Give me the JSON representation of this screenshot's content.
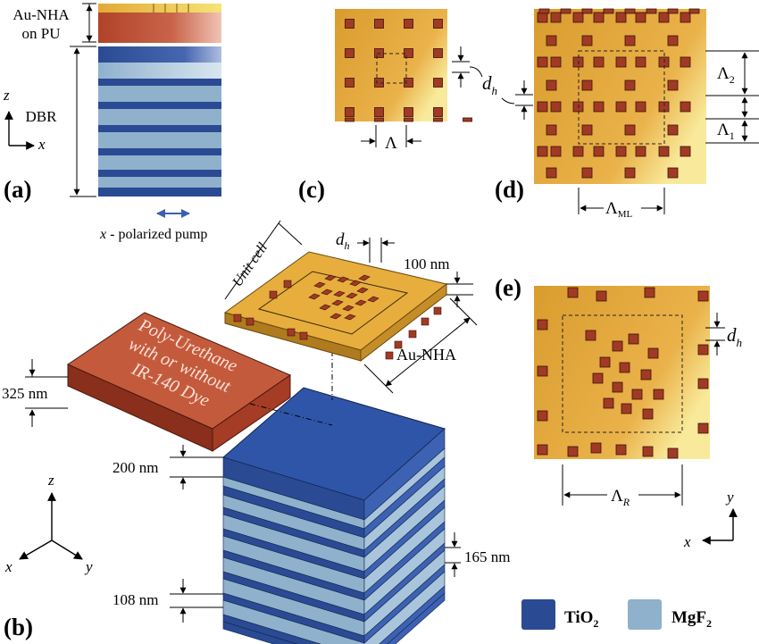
{
  "panel_a": {
    "panel_label": "(a)",
    "au_nha_line1": "Au-NHA",
    "au_nha_line2": "on PU",
    "dbr_label": "DBR",
    "axis_z": "z",
    "axis_x": "x",
    "pump_var": "x",
    "pump_label": " - polarized pump"
  },
  "panel_b": {
    "panel_label": "(b)",
    "pu_line1": "Poly-Urethane",
    "pu_line2": "with or without",
    "pu_line3": "IR-140 Dye",
    "pu_thickness": "325 nm",
    "tio2_thickness": "200 nm",
    "mgf2_thickness": "165 nm",
    "bottom_thickness": "108 nm",
    "metal_thickness": "100 nm",
    "unit_cell": "Unit cell",
    "dh_main": "d",
    "dh_sub": "h",
    "au_nha": "Au-NHA",
    "axis_z": "z",
    "axis_x": "x",
    "axis_y": "y"
  },
  "panel_c": {
    "panel_label": "(c)",
    "lambda": "Λ",
    "dh_main": "d",
    "dh_sub": "h"
  },
  "panel_d": {
    "panel_label": "(d)",
    "lambda_main": "Λ",
    "lambda_ml_sub": "ML",
    "lambda_1_sub": "1",
    "lambda_2_sub": "2"
  },
  "panel_e": {
    "panel_label": "(e)",
    "lambda_main": "Λ",
    "lambda_r_sub": "R",
    "dh_main": "d",
    "dh_sub": "h",
    "axis_y": "y",
    "axis_x": "x"
  },
  "legend": {
    "tio2_main": "TiO",
    "tio2_sub": "2",
    "mgf2_main": "MgF",
    "mgf2_sub": "2",
    "tio2_color": "#2a4a94",
    "mgf2_color": "#8fb1cc"
  },
  "colors": {
    "gold": "#e0a93a",
    "gold_light": "#f6df7c",
    "hole": "#a13a25",
    "pu": "#b44a32",
    "tio2": "#2a4a94",
    "mgf2": "#8fb1cc"
  }
}
